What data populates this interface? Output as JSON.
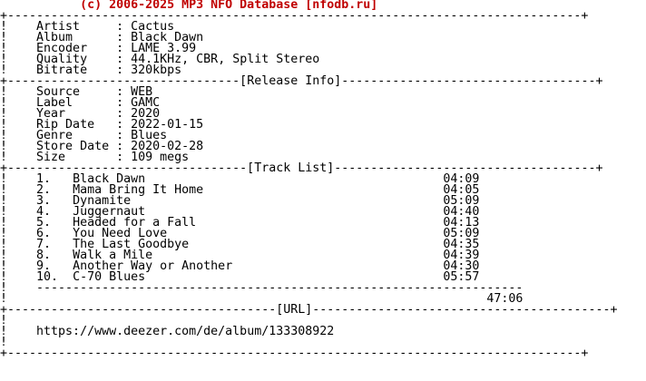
{
  "header": {
    "banner": "(c) 2006-2025 MP3 NFO Database [nfodb.ru]"
  },
  "album_info": {
    "artist": {
      "label": "Artist",
      "value": "Cactus"
    },
    "album": {
      "label": "Album",
      "value": "Black Dawn"
    },
    "encoder": {
      "label": "Encoder",
      "value": "LAME 3.99"
    },
    "quality": {
      "label": "Quality",
      "value": "44.1KHz, CBR, Split Stereo"
    },
    "bitrate": {
      "label": "Bitrate",
      "value": "320kbps"
    }
  },
  "release_info": {
    "title": "Release Info",
    "source": {
      "label": "Source",
      "value": "WEB"
    },
    "label": {
      "label": "Label",
      "value": "GAMC"
    },
    "year": {
      "label": "Year",
      "value": "2020"
    },
    "rip_date": {
      "label": "Rip Date",
      "value": "2022-01-15"
    },
    "genre": {
      "label": "Genre",
      "value": "Blues"
    },
    "store_date": {
      "label": "Store Date",
      "value": "2020-02-28"
    },
    "size": {
      "label": "Size",
      "value": "109 megs"
    }
  },
  "track_list": {
    "title": "Track List",
    "tracks": [
      {
        "num": "1.",
        "title": "Black Dawn",
        "length": "04:09"
      },
      {
        "num": "2.",
        "title": "Mama Bring It Home",
        "length": "04:05"
      },
      {
        "num": "3.",
        "title": "Dynamite",
        "length": "05:09"
      },
      {
        "num": "4.",
        "title": "Juggernaut",
        "length": "04:40"
      },
      {
        "num": "5.",
        "title": "Headed for a Fall",
        "length": "04:13"
      },
      {
        "num": "6.",
        "title": "You Need Love",
        "length": "05:09"
      },
      {
        "num": "7.",
        "title": "The Last Goodbye",
        "length": "04:35"
      },
      {
        "num": "8.",
        "title": "Walk a Mile",
        "length": "04:39"
      },
      {
        "num": "9.",
        "title": "Another Way or Another",
        "length": "04:30"
      },
      {
        "num": "10.",
        "title": "C-70 Blues",
        "length": "05:57"
      }
    ],
    "total": "47:06"
  },
  "url_section": {
    "title": "URL",
    "url": "https://www.deezer.com/de/album/133308922"
  }
}
